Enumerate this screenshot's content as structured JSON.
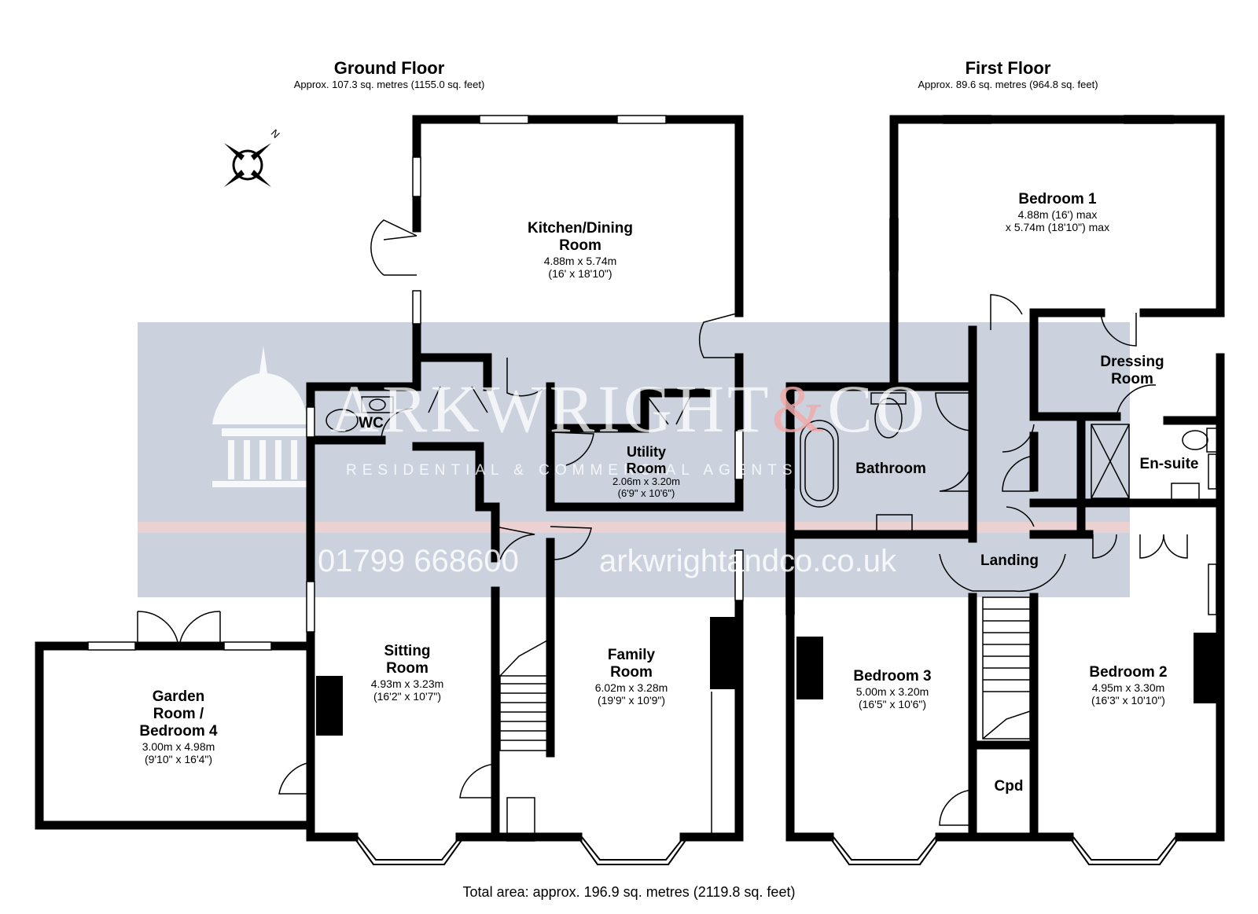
{
  "floors": [
    {
      "title": "Ground Floor",
      "area": "Approx. 107.3 sq. metres (1155.0 sq. feet)"
    },
    {
      "title": "First Floor",
      "area": "Approx. 89.6 sq. metres (964.8 sq. feet)"
    }
  ],
  "rooms": {
    "kitchen": {
      "name": "Kitchen/Dining",
      "name2": "Room",
      "dim1": "4.88m x 5.74m",
      "dim2": "(16' x 18'10\")"
    },
    "wc": {
      "name": "WC"
    },
    "utility": {
      "name": "Utility",
      "name2": "Room",
      "dim1": "2.06m x 3.20m",
      "dim2": "(6'9\" x 10'6\")"
    },
    "sitting": {
      "name": "Sitting",
      "name2": "Room",
      "dim1": "4.93m x 3.23m",
      "dim2": "(16'2\" x 10'7\")"
    },
    "family": {
      "name": "Family",
      "name2": "Room",
      "dim1": "6.02m x 3.28m",
      "dim2": "(19'9\" x 10'9\")"
    },
    "garden": {
      "name": "Garden",
      "name2": "Room /",
      "name3": "Bedroom 4",
      "dim1": "3.00m x 4.98m",
      "dim2": "(9'10\" x 16'4\")"
    },
    "bed1": {
      "name": "Bedroom 1",
      "dim1": "4.88m (16') max",
      "dim2": "x 5.74m (18'10\") max"
    },
    "dressing": {
      "name": "Dressing",
      "name2": "Room"
    },
    "bathroom": {
      "name": "Bathroom"
    },
    "ensuite": {
      "name": "En-suite"
    },
    "landing": {
      "name": "Landing"
    },
    "bed3": {
      "name": "Bedroom 3",
      "dim1": "5.00m x 3.20m",
      "dim2": "(16'5\" x 10'6\")"
    },
    "bed2": {
      "name": "Bedroom 2",
      "dim1": "4.95m x 3.30m",
      "dim2": "(16'3\" x 10'10\")"
    },
    "cpd": {
      "name": "Cpd"
    }
  },
  "total_area": "Total area: approx. 196.9 sq. metres (2119.8 sq. feet)",
  "watermark": {
    "name_a": "ARKWRIGHT",
    "name_amp": "&",
    "name_b": "CO",
    "tagline": "RESIDENTIAL & COMMERCIAL AGENTS",
    "phone": "01799 668600",
    "website": "arkwrightandco.co.uk"
  },
  "compass": {
    "label": "N"
  },
  "colors": {
    "wall": "#000000",
    "banner": "#c2cad8",
    "banner_stripe": "#f0d0d0"
  }
}
